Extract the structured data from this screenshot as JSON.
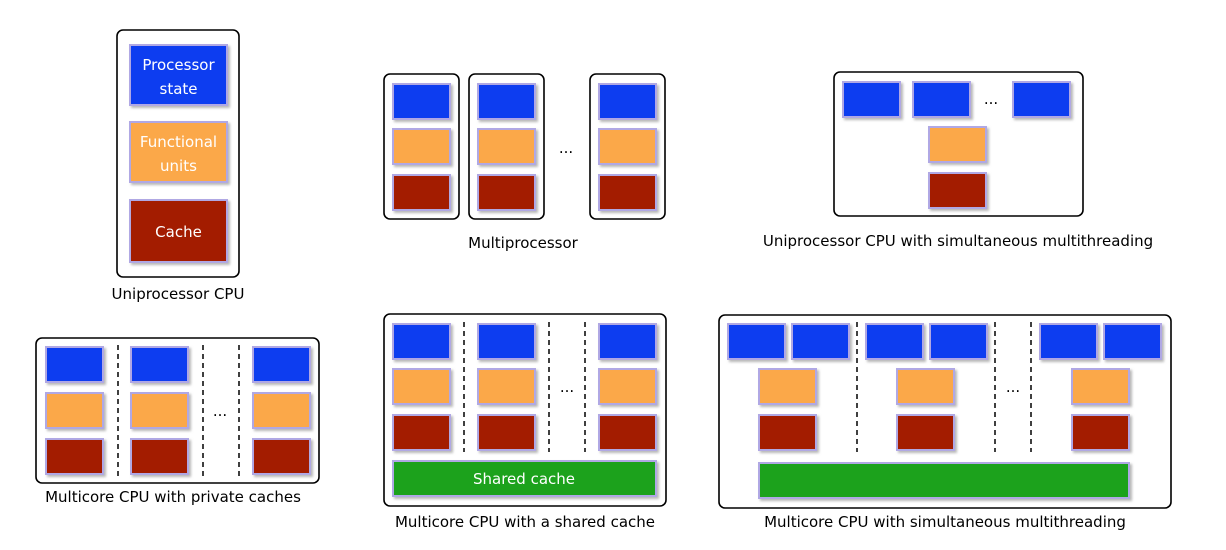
{
  "colors": {
    "processor_state": "#0b3ef0",
    "functional_units": "#fba84a",
    "cache": "#a31a06",
    "shared_cache": "#1aa21a",
    "block_border": "#b0a8e4",
    "frame": "#000000"
  },
  "uniprocessor": {
    "caption": "Uniprocessor CPU",
    "processor_state": [
      "Processor",
      "state"
    ],
    "functional_units": [
      "Functional",
      "units"
    ],
    "cache": "Cache"
  },
  "multiprocessor": {
    "caption": "Multiprocessor",
    "ellipsis": "..."
  },
  "smt": {
    "caption": "Uniprocessor CPU with simultaneous multithreading",
    "ellipsis": "..."
  },
  "multicore_private": {
    "caption": "Multicore CPU with private caches",
    "ellipsis": "..."
  },
  "multicore_shared": {
    "caption": "Multicore CPU with a shared cache",
    "shared_label": "Shared cache",
    "ellipsis": "..."
  },
  "multicore_smt": {
    "caption": "Multicore CPU with simultaneous multithreading",
    "ellipsis": "..."
  }
}
